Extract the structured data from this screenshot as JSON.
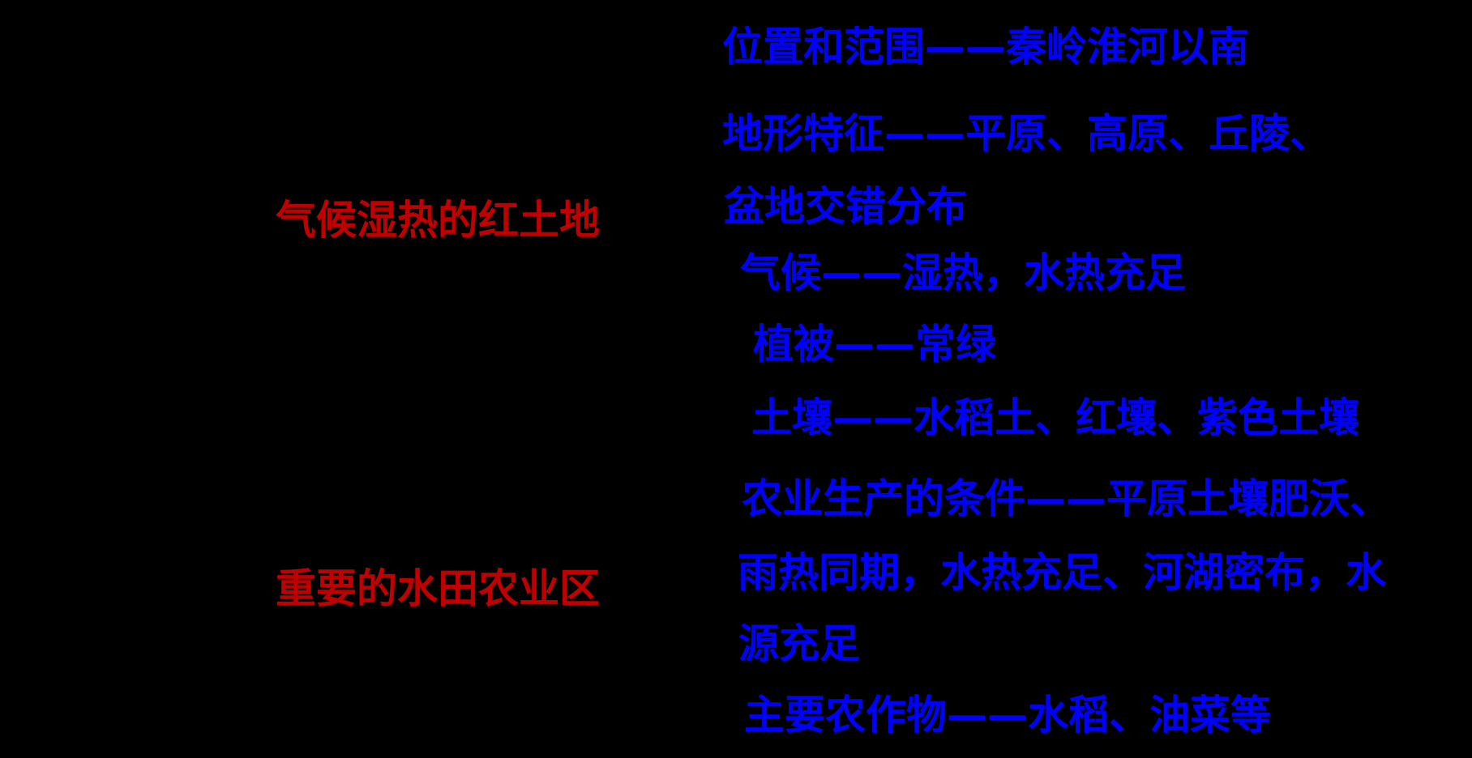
{
  "colors": {
    "background": "#000000",
    "heading_red": "#C00000",
    "detail_blue": "#0000FF"
  },
  "sections": [
    {
      "heading": "气候湿热的红土地",
      "lines": [
        "位置和范围——秦岭淮河以南",
        "地形特征——平原、高原、丘陵、",
        "盆地交错分布",
        "气候——湿热，水热充足",
        "植被——常绿",
        "土壤——水稻土、红壤、紫色土壤"
      ]
    },
    {
      "heading": "重要的水田农业区",
      "lines": [
        "农业生产的条件——平原土壤肥沃、",
        "雨热同期，水热充足、河湖密布，水",
        "源充足",
        "主要农作物——水稻、油菜等"
      ]
    }
  ]
}
